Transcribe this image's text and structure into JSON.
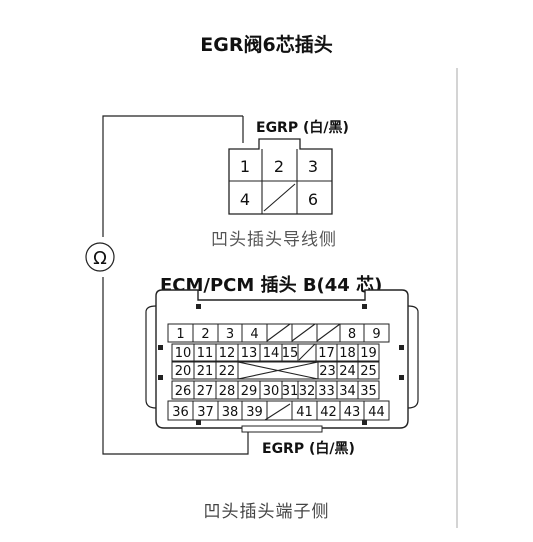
{
  "diagram": {
    "title": "EGR阀6芯插头",
    "egr_connector": {
      "label": "EGRP (白/黑)",
      "pins_row1": [
        "1",
        "2",
        "3"
      ],
      "pins_row2": [
        "4",
        "",
        "6"
      ],
      "caption": "凹头插头导线侧"
    },
    "ohmmeter": {
      "symbol": "Ω",
      "icon": "ohmmeter-icon"
    },
    "ecm_connector": {
      "title": "ECM/PCM 插头 B(44 芯)",
      "label": "EGRP (白/黑)",
      "caption": "凹头插头端子侧",
      "rows": [
        [
          "1",
          "2",
          "3",
          "4",
          "",
          "",
          "",
          "8",
          "9"
        ],
        [
          "10",
          "11",
          "12",
          "13",
          "14",
          "15",
          "",
          "17",
          "18",
          "19"
        ],
        [
          "20",
          "21",
          "22",
          "",
          "",
          "",
          "",
          "23",
          "24",
          "25"
        ],
        [
          "26",
          "27",
          "28",
          "29",
          "30",
          "31",
          "32",
          "33",
          "34",
          "35"
        ],
        [
          "36",
          "37",
          "38",
          "39",
          "",
          "41",
          "42",
          "43",
          "44"
        ]
      ]
    },
    "colors": {
      "line": "#222222",
      "caption": "#555555",
      "background": "#ffffff"
    }
  }
}
